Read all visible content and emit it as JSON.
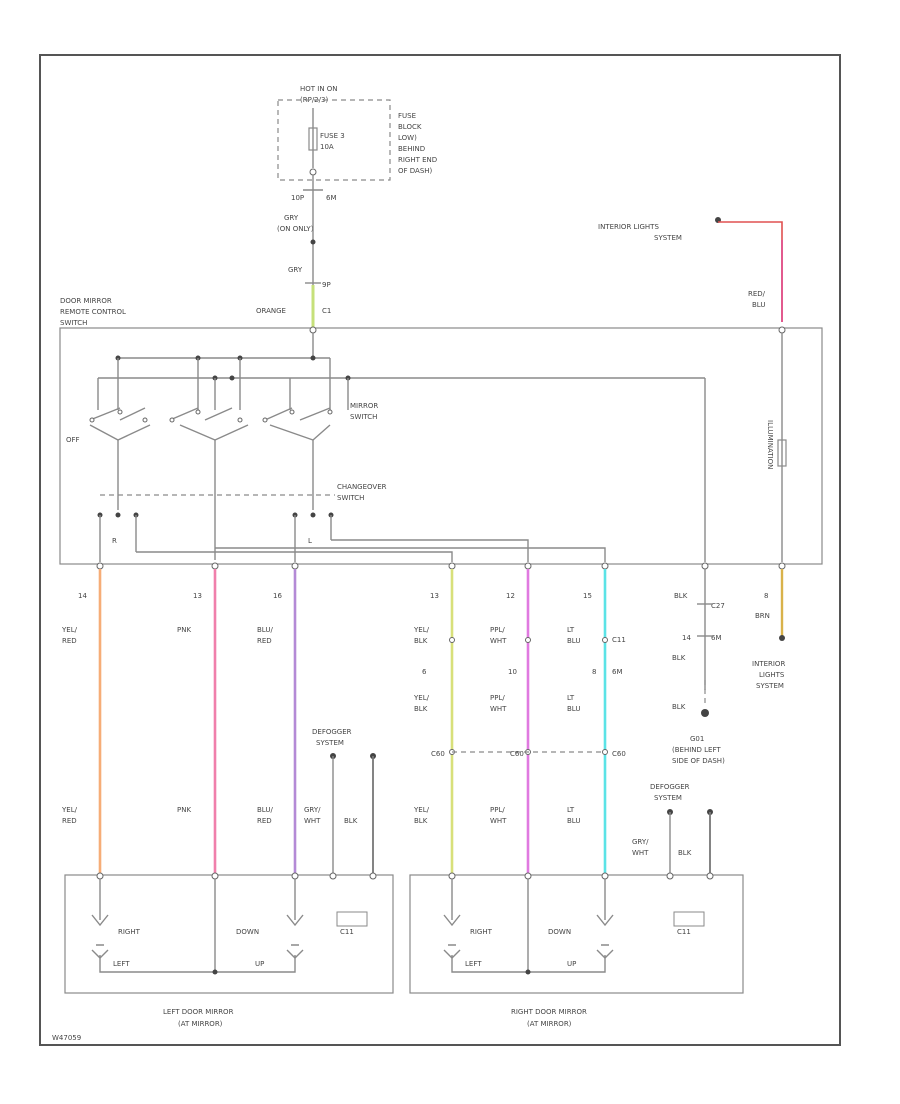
{
  "hot_block": {
    "line1": "HOT IN ON",
    "line2": "(RP/2/3)",
    "fuse_l1": "FUSE 3",
    "fuse_l2": "10A",
    "fuse_l3": "FUSE",
    "fuse_l4": "BLOCK",
    "fuse_l5": "LOW)",
    "fuse_l6": "BEHIND",
    "fuse_l7": "RIGHT END",
    "fuse_l8": "OF DASH)",
    "pin_a": "10P",
    "pin_b": "6M"
  },
  "orn_wire": {
    "l1": "GRY",
    "l2": "(ON ONLY)",
    "l3": "GRY",
    "pin": "9P",
    "orange": "ORANGE",
    "pin2": "C1"
  },
  "switch": {
    "title1": "DOOR MIRROR",
    "title2": "REMOTE CONTROL",
    "title3": "SWITCH",
    "mirror_sw1": "MIRROR",
    "mirror_sw2": "SWITCH",
    "chg1": "CHANGEOVER",
    "chg2": "SWITCH",
    "off": "OFF",
    "illum": "ILLUMINATION",
    "pin_r": "R",
    "pin_l": "L"
  },
  "interior": {
    "top1": "INTERIOR LIGHTS",
    "top2": "SYSTEM",
    "w1": "RED/",
    "w2": "BLU",
    "bot1": "INTERIOR",
    "bot2": "LIGHTS",
    "bot3": "SYSTEM",
    "brn": "BRN",
    "pin": "8"
  },
  "wires": [
    {
      "pin": "14",
      "c1": "YEL/",
      "c2": "RED",
      "c3": "YEL/",
      "c4": "RED",
      "color": "#f6ad77"
    },
    {
      "pin": "13",
      "c1": "PNK",
      "c2": "",
      "c3": "PNK",
      "c4": "",
      "color": "#f07fab"
    },
    {
      "pin": "16",
      "c1": "BLU/",
      "c2": "RED",
      "c3": "BLU/",
      "c4": "RED",
      "color": "#b48ad6"
    },
    {
      "pin": "13",
      "c1": "YEL/",
      "c2": "BLK",
      "c3": "YEL/",
      "c4": "BLK",
      "color": "#d8e07a"
    },
    {
      "pin": "12",
      "c1": "PPL/",
      "c2": "WHT",
      "c3": "PPL/",
      "c4": "WHT",
      "color": "#e07ae0"
    },
    {
      "pin": "15",
      "c1": "LT",
      "c2": "BLU",
      "c3": "LT",
      "c4": "BLU",
      "color": "#5be3e6"
    }
  ],
  "mid_pins": {
    "p1": "6",
    "p2": "10",
    "p3": "8",
    "c2": "C11",
    "m3": "6M",
    "ga": "C60",
    "gb": "C60",
    "g3": "C60",
    "c27": "C27"
  },
  "ground": {
    "blk1": "BLK",
    "pin": "14",
    "pin2": "6M",
    "blk2": "BLK",
    "blk3": "BLK",
    "g1": "G01",
    "g2": "(BEHIND LEFT",
    "g3": "SIDE OF DASH)"
  },
  "defogger_l": {
    "t1": "DEFOGGER",
    "t2": "SYSTEM",
    "w1": "GRY/",
    "w2": "WHT",
    "w3": "BLK"
  },
  "defogger_r": {
    "t1": "DEFOGGER",
    "t2": "SYSTEM",
    "w1": "GRY/",
    "w2": "WHT",
    "w3": "BLK"
  },
  "mirror_l": {
    "right": "RIGHT",
    "down": "DOWN",
    "left": "LEFT",
    "up": "UP",
    "label1": "LEFT DOOR MIRROR",
    "label2": "(AT MIRROR)",
    "cr": "C11"
  },
  "mirror_r": {
    "right": "RIGHT",
    "down": "DOWN",
    "left": "LEFT",
    "up": "UP",
    "label1": "RIGHT DOOR MIRROR",
    "label2": "(AT MIRROR)",
    "cr": "C11"
  },
  "footer": "W47059",
  "colors": {
    "red": "#e05050",
    "pink_red": "#e04c8c",
    "gold": "#d9b24a",
    "green_yellow": "#c6e07a"
  }
}
